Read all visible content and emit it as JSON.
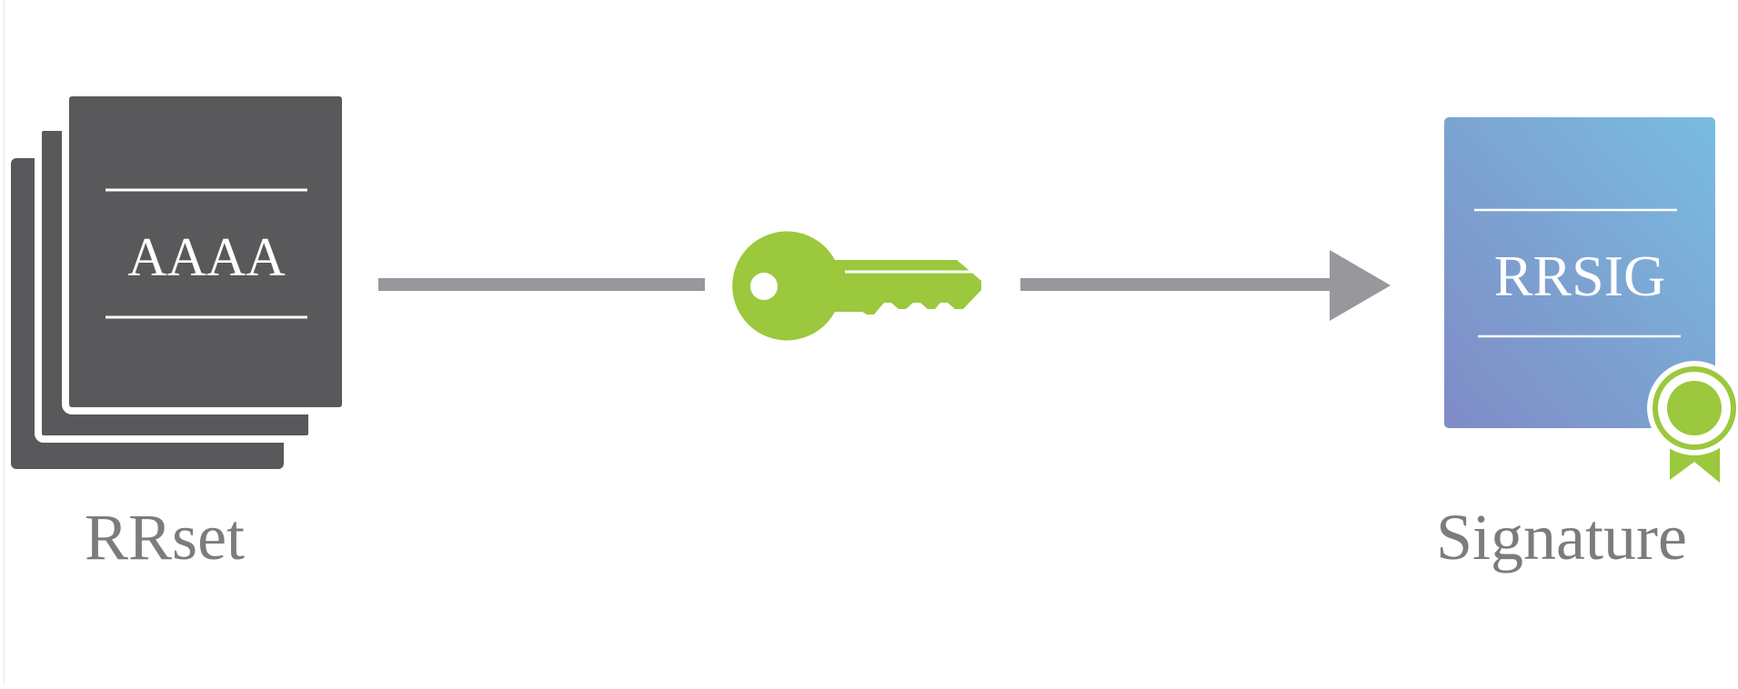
{
  "diagram": {
    "input_document": {
      "record_type_label": "AAAA",
      "caption": "RRset"
    },
    "key_icon": "key-icon",
    "output_document": {
      "record_type_label": "RRSIG",
      "caption": "Signature",
      "badge_icon": "ribbon-badge-icon"
    },
    "colors": {
      "document_dark": "#59595b",
      "key_green": "#9bc83d",
      "arrow_gray": "#98989c",
      "signature_gradient_top": "#79bce0",
      "signature_gradient_bottom": "#7f8bc5",
      "caption_gray": "#7c7c7c"
    }
  }
}
